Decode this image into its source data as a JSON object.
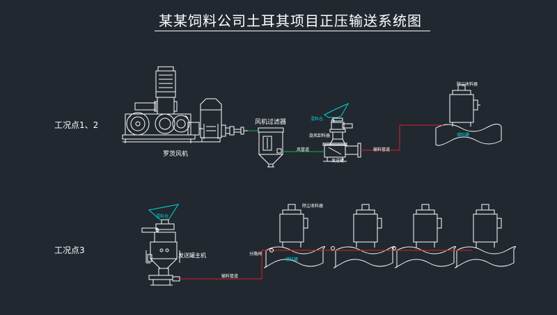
{
  "title": "某某饲料公司土耳其项目正压输送系统图",
  "sections": {
    "work_point_1": "工况点1、2",
    "work_point_2": "工况点3"
  },
  "equipment": {
    "blower": "罗茨风机",
    "air_filter": "风机过滤器",
    "feeder_machine": "发送罐主机"
  },
  "small_labels": {
    "hopper": "混料仓",
    "dust_collector_top": "除尘收料器",
    "rotary_valve": "旋风卸料器",
    "air_pipe": "风管道",
    "feeder_small": "发送罐",
    "conveying_pipe_1": "输料管道",
    "receiving_bin_1": "储料罐",
    "hopper_2": "混料仓",
    "conveying_pipe_2": "输料管道",
    "diverter": "分路阀",
    "dust_collector_r1": "除尘收料器",
    "receiving_bin_2": "储料罐"
  },
  "colors": {
    "background": "#212830",
    "air_line": "#00c040",
    "material_line": "#e02020",
    "equipment": "#ffffff",
    "accent": "#00d5d5"
  }
}
